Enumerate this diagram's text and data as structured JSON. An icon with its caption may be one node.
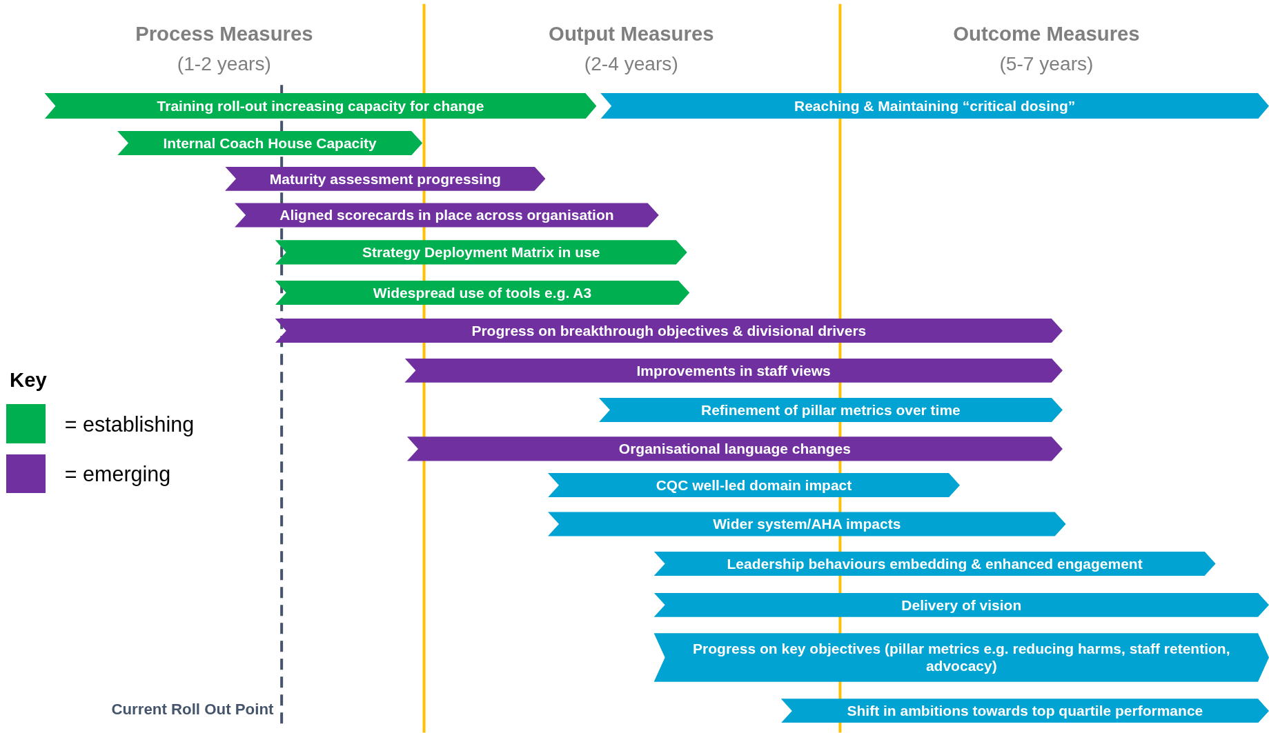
{
  "diagram": {
    "nodes": [
      {
        "text": [
          "Training roll-out increasing capacity for change"
        ]
      },
      {
        "text": [
          "Reaching & Maintaining “critical dosing”"
        ]
      },
      {
        "text": [
          "Internal Coach House Capacity"
        ]
      },
      {
        "text": [
          "Maturity assessment progressing"
        ]
      },
      {
        "text": [
          "Aligned scorecards in place across organisation"
        ]
      },
      {
        "text": [
          "Strategy Deployment Matrix in use"
        ]
      },
      {
        "text": [
          "Widespread use of tools e.g. A3"
        ]
      },
      {
        "text": [
          "Progress on breakthrough objectives & divisional drivers"
        ]
      },
      {
        "text": [
          "Improvements in staff views"
        ]
      },
      {
        "text": [
          "Refinement of pillar metrics over time"
        ]
      },
      {
        "text": [
          "Organisational language changes"
        ]
      },
      {
        "text": [
          "CQC well-led domain impact"
        ]
      },
      {
        "text": [
          "Wider system/AHA impacts"
        ]
      },
      {
        "text": [
          "Leadership behaviours embedding & enhanced engagement"
        ]
      },
      {
        "text": [
          "Delivery of vision"
        ]
      },
      {
        "text": [
          "Progress on key objectives (pillar metrics e.g. reducing harms, staff retention, advocacy)"
        ]
      },
      {
        "text": [
          "Shift in ambitions towards top quartile performance"
        ]
      }
    ],
    "labels": [
      "Process Measures",
      "(1-2 years)",
      "Output Measures",
      "(2-4 years)",
      "Outcome Measures",
      "(5-7 years)",
      "Key",
      "Current Roll Out Point"
    ],
    "legend": [
      {
        "text": "= establishing",
        "color": "#00b050"
      },
      {
        "text": "= emerging",
        "color": "#7030a0"
      }
    ]
  }
}
